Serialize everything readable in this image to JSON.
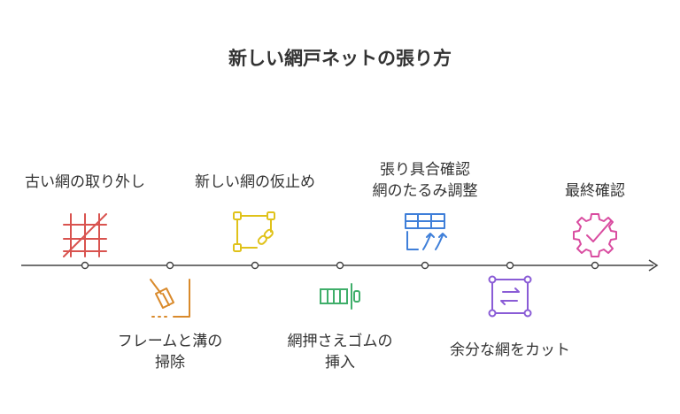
{
  "title": "新しい網戸ネットの張り方",
  "steps": [
    {
      "label": "古い網の取り外し",
      "icon": "grid-slash-icon",
      "color": "#d9534f"
    },
    {
      "label": "フレームと溝の\n掃除",
      "icon": "broom-icon",
      "color": "#d98a2b"
    },
    {
      "label": "新しい網の仮止め",
      "icon": "link-square-icon",
      "color": "#e0c21a"
    },
    {
      "label": "網押さえゴムの\n挿入",
      "icon": "insert-strip-icon",
      "color": "#3fae6a"
    },
    {
      "label": "張り具合確認\n網のたるみ調整",
      "icon": "table-arrows-icon",
      "color": "#3f7fd9"
    },
    {
      "label": "余分な網をカット",
      "icon": "swap-square-icon",
      "color": "#8a5cd6"
    },
    {
      "label": "最終確認",
      "icon": "gear-check-icon",
      "color": "#d94ca0"
    }
  ],
  "line_color": "#444444"
}
